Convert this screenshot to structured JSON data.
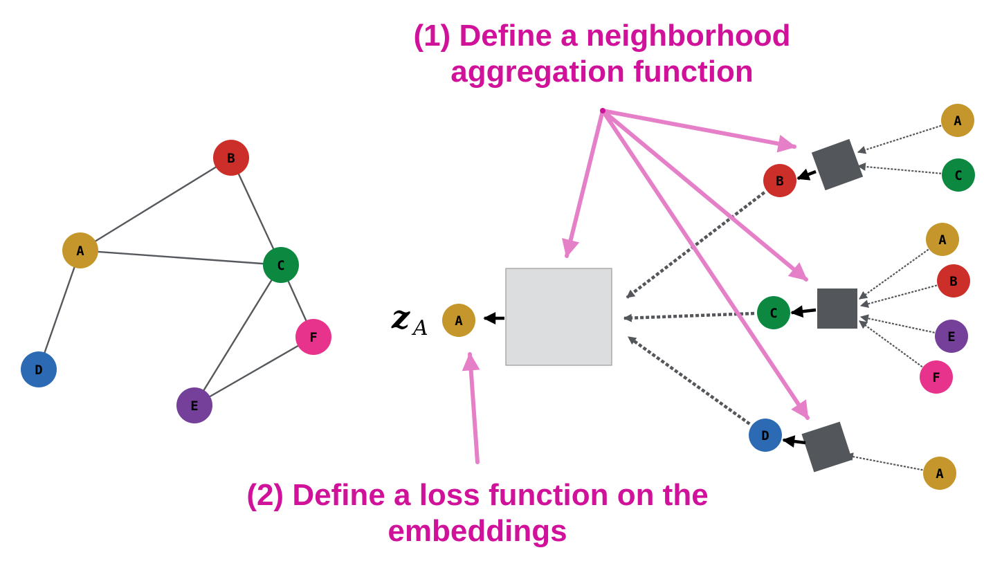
{
  "headings": {
    "step1_line1": "(1) Define a neighborhood",
    "step1_line2": "aggregation function",
    "step2_line1": "(2) Define a loss function on the",
    "step2_line2": "embeddings"
  },
  "embedding_label": {
    "symbol": "z",
    "subscript": "A"
  },
  "colors": {
    "A": "#c4962b",
    "B": "#cc2e2a",
    "C": "#0c8840",
    "D": "#2c6ab4",
    "E": "#74409a",
    "F": "#e8338c",
    "annotation": "#d0119a",
    "annotation_arrow": "#e57fc8",
    "aggregator_dark": "#53565a",
    "aggregator_main": "#dcdddf",
    "edge": "#55585c"
  },
  "input_graph": {
    "nodes": [
      "A",
      "B",
      "C",
      "D",
      "E",
      "F"
    ],
    "edges": [
      [
        "A",
        "B"
      ],
      [
        "A",
        "C"
      ],
      [
        "A",
        "D"
      ],
      [
        "B",
        "C"
      ],
      [
        "C",
        "E"
      ],
      [
        "C",
        "F"
      ],
      [
        "E",
        "F"
      ]
    ]
  },
  "computation_graph": {
    "target": "A",
    "layer1_neighbors": [
      "B",
      "C",
      "D"
    ],
    "layer2": {
      "B": [
        "A",
        "C"
      ],
      "C": [
        "A",
        "B",
        "E",
        "F"
      ],
      "D": [
        "A"
      ]
    }
  }
}
